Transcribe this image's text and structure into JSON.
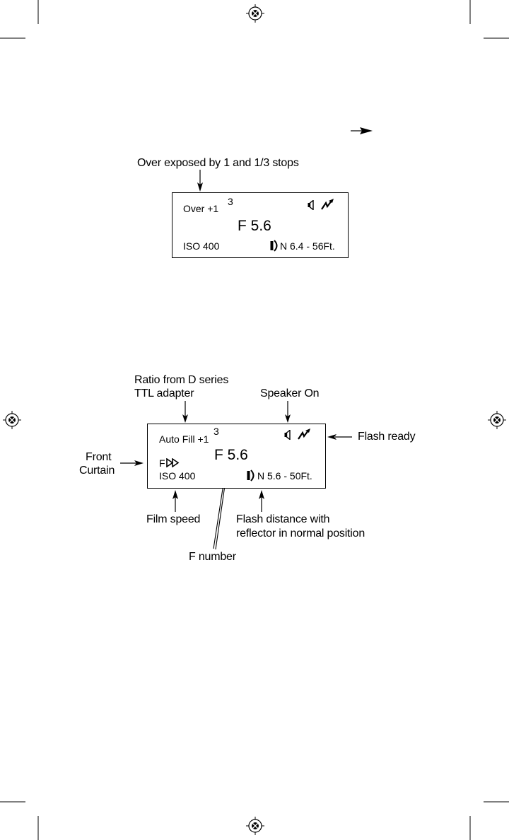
{
  "panel1": {
    "callout": "Over exposed by 1 and 1/3 stops",
    "display": {
      "mode": "Over  +1",
      "fraction": "3",
      "aperture": "F 5.6",
      "iso": "ISO 400",
      "range": "N 6.4 - 56Ft."
    }
  },
  "panel2": {
    "callout_ratio_line1": "Ratio from D series",
    "callout_ratio_line2": "TTL adapter",
    "callout_speaker": "Speaker On",
    "callout_flash_ready": "Flash ready",
    "callout_front_line1": "Front",
    "callout_front_line2": "Curtain",
    "callout_film_speed": "Film speed",
    "callout_distance_line1": "Flash distance with",
    "callout_distance_line2": "reflector in normal position",
    "callout_f_number": "F number",
    "display": {
      "mode": "Auto Fill +1",
      "fraction": "3",
      "curtain": "F",
      "aperture": "F 5.6",
      "iso": "ISO 400",
      "range": "N 5.6 - 50Ft."
    }
  },
  "icons": {
    "speaker": "speaker-icon",
    "flash": "lightning-icon",
    "reflector": "reflector-icon",
    "front_curtain": "double-triangle-icon",
    "registration": "registration-mark-icon",
    "arrow": "arrow-icon"
  }
}
